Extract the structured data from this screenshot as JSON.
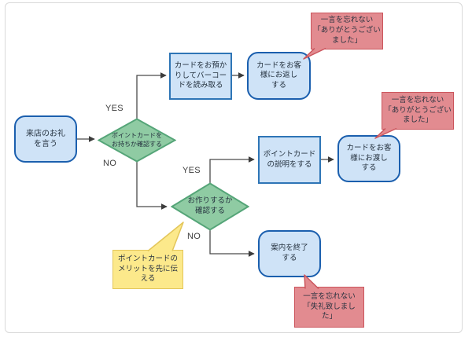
{
  "diagram": {
    "title_hint": "point-card-customer-service-flowchart",
    "nodes": {
      "start": {
        "label": "来店のお礼\nを言う"
      },
      "check_has_card": {
        "label": "ポイントカードを\nお持ちか確認する"
      },
      "scan_barcode": {
        "label": "カードをお預か\nりしてバーコー\nドを読み取る"
      },
      "return_card": {
        "label": "カードをお客\n様にお返し\nする"
      },
      "explain_card": {
        "label": "ポイントカード\nの説明をする"
      },
      "hand_card": {
        "label": "カードをお客\n様にお渡し\nする"
      },
      "check_make_card": {
        "label": "お作りするか\n確認する"
      },
      "end_guidance": {
        "label": "案内を終了\nする"
      }
    },
    "branch_labels": {
      "has_card_yes": "YES",
      "has_card_no": "NO",
      "make_card_yes": "YES",
      "make_card_no": "NO"
    },
    "callouts": {
      "thanks_top": {
        "text": "一言を忘れない\n「ありがとうござい\nました」"
      },
      "thanks_mid": {
        "text": "一言を忘れない\n「ありがとうござい\nました」"
      },
      "sorry_bottom": {
        "text": "一言を忘れない\n「失礼致しまし\nた」"
      },
      "merit_tip": {
        "text": "ポイントカードの\nメリットを先に伝\nえる"
      }
    },
    "colors": {
      "process_fill": "#cfe3f7",
      "process_border": "#2e75b6",
      "terminator_border": "#1b5fae",
      "decision_fill": "#8fcba3",
      "decision_border": "#55a578",
      "callout_warn_fill": "#e28b90",
      "callout_warn_border": "#cb555c",
      "callout_tip_fill": "#fce98b",
      "callout_tip_border": "#e3c65a",
      "connector": "#4a4a4a",
      "card_border": "#d9d9d9"
    }
  }
}
